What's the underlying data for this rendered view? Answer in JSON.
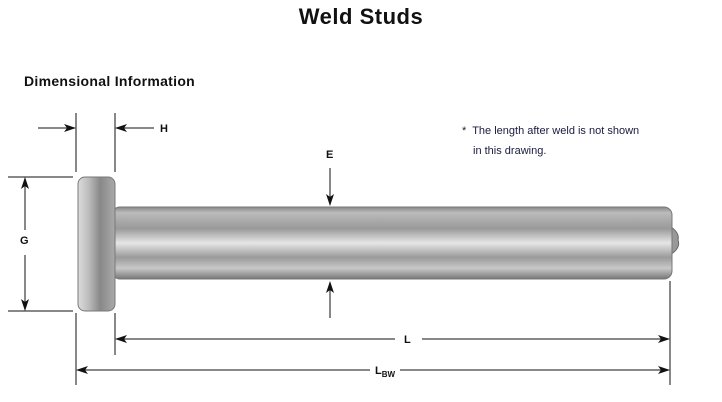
{
  "title": "Weld Studs",
  "subtitle": "Dimensional Information",
  "note": {
    "marker": "*",
    "line1": "The length after weld is not shown",
    "line2": "in this drawing."
  },
  "dimensions": {
    "H": "H",
    "E": "E",
    "G": "G",
    "L": "L",
    "LBW_main": "L",
    "LBW_sub": "BW"
  }
}
